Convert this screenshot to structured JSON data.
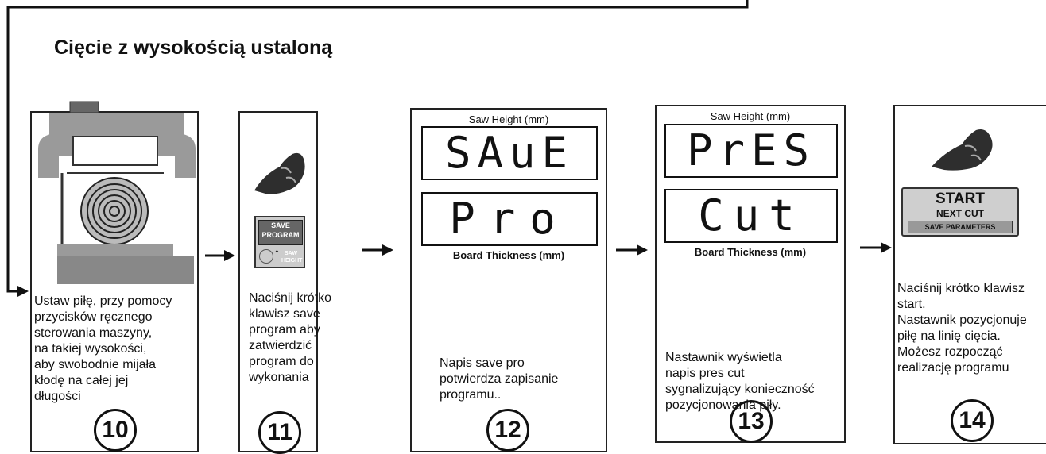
{
  "title": "Cięcie z wysokością ustaloną",
  "steps": [
    {
      "number": "10",
      "text": "Ustaw piłę, przy pomocy\nprzycisków ręcznego\nsterowania maszyny,\nna takiej wysokości,\naby swobodnie mijała\nkłodę na całej jej\ndługości"
    },
    {
      "number": "11",
      "text": "Naciśnij krótko\nklawisz save\nprogram aby\nzatwierdzić\nprogram do\nwykonania",
      "button": {
        "line1": "SAVE",
        "line2": "PROGRAM",
        "line3": "SAW",
        "line4": "HEIGHT"
      }
    },
    {
      "number": "12",
      "text": "Napis save pro\npotwierdza zapisanie\nprogramu..",
      "top_label": "Saw Height (mm)",
      "bottom_label": "Board Thickness (mm)",
      "display_top": "SAuE",
      "display_bottom": "Pro"
    },
    {
      "number": "13",
      "text": "Nastawnik wyświetla\nnapis pres cut\nsygnalizujący konieczność\npozycjonowania piły.",
      "top_label": "Saw Height (mm)",
      "bottom_label": "Board Thickness (mm)",
      "display_top": "PrES",
      "display_bottom": "Cut"
    },
    {
      "number": "14",
      "text": "Naciśnij krótko klawisz\nstart.\nNastawnik pozycjonuje\npiłę na linię cięcia.\nMożesz rozpocząć\nrealizację programu",
      "button": {
        "line1": "START",
        "line2": "NEXT CUT",
        "line3": "SAVE PARAMETERS"
      }
    }
  ]
}
